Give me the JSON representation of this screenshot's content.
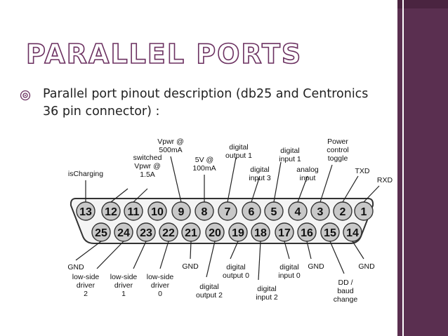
{
  "slide": {
    "title": "PARALLEL PORTS",
    "bullet": "Parallel port pinout description (db25 and Centronics 36 pin connector) :"
  },
  "colors": {
    "accent": "#5a2f50",
    "title_outline": "#6b3060",
    "pin_fill": "#c8c8c8"
  },
  "icons": {
    "bullet": "target-bullet-icon"
  },
  "diagram": {
    "top_pins": [
      "13",
      "12",
      "11",
      "10",
      "9",
      "8",
      "7",
      "6",
      "5",
      "4",
      "3",
      "2",
      "1"
    ],
    "bottom_pins": [
      "25",
      "24",
      "23",
      "22",
      "21",
      "20",
      "19",
      "18",
      "17",
      "16",
      "15",
      "14"
    ],
    "labels": [
      {
        "lines": [
          "isCharging"
        ]
      },
      {
        "lines": [
          "switched",
          "Vpwr @",
          "1.5A"
        ]
      },
      {
        "lines": [
          "Vpwr @",
          "500mA"
        ]
      },
      {
        "lines": [
          "5V @",
          "100mA"
        ]
      },
      {
        "lines": [
          "digital",
          "output 1"
        ]
      },
      {
        "lines": [
          "digital",
          "input 3"
        ]
      },
      {
        "lines": [
          "digital",
          "input 1"
        ]
      },
      {
        "lines": [
          "analog",
          "input"
        ]
      },
      {
        "lines": [
          "Power",
          "control",
          "toggle"
        ]
      },
      {
        "lines": [
          "TXD"
        ]
      },
      {
        "lines": [
          "RXD"
        ]
      },
      {
        "lines": [
          "GND"
        ]
      },
      {
        "lines": [
          "low-side",
          "driver",
          "2"
        ]
      },
      {
        "lines": [
          "low-side",
          "driver",
          "1"
        ]
      },
      {
        "lines": [
          "low-side",
          "driver",
          "0"
        ]
      },
      {
        "lines": [
          "GND"
        ]
      },
      {
        "lines": [
          "digital",
          "output 2"
        ]
      },
      {
        "lines": [
          "digital",
          "output 0"
        ]
      },
      {
        "lines": [
          "digital",
          "input 2"
        ]
      },
      {
        "lines": [
          "digital",
          "input 0"
        ]
      },
      {
        "lines": [
          "GND"
        ]
      },
      {
        "lines": [
          "DD /",
          "baud",
          "change"
        ]
      },
      {
        "lines": [
          "GND"
        ]
      }
    ]
  }
}
